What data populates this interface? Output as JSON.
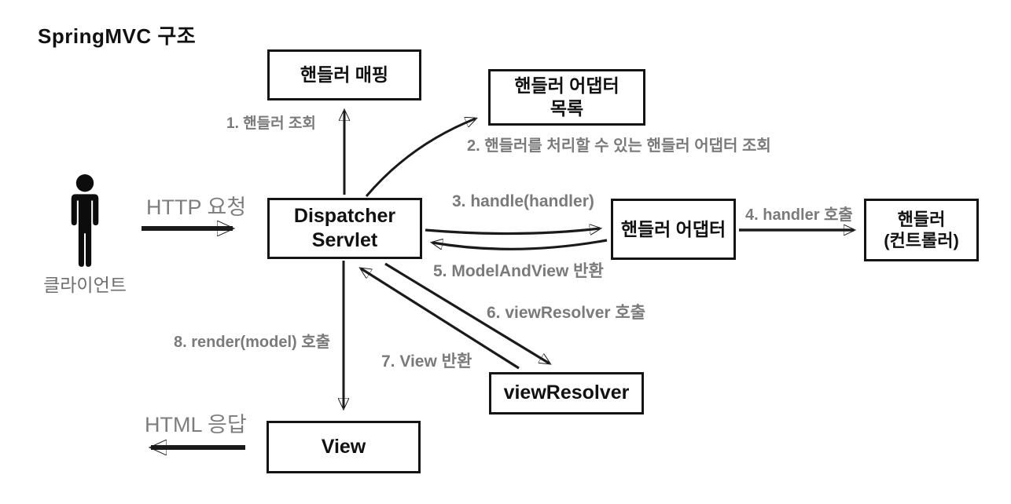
{
  "title": "SpringMVC 구조",
  "client": {
    "label": "클라이언트"
  },
  "nodes": {
    "handler_mapping": {
      "label": "핸들러 매핑"
    },
    "handler_adapter_list": {
      "label": "핸들러 어댑터\n목록"
    },
    "dispatcher_servlet": {
      "label": "Dispatcher\nServlet"
    },
    "handler_adapter": {
      "label": "핸들러 어댑터"
    },
    "handler_controller": {
      "label": "핸들러\n(컨트롤러)"
    },
    "view_resolver": {
      "label": "viewResolver"
    },
    "view": {
      "label": "View"
    }
  },
  "flows": {
    "http_request": {
      "label": "HTTP 요청"
    },
    "html_response": {
      "label": "HTML 응답"
    },
    "step1": {
      "label": "1. 핸들러 조회"
    },
    "step2": {
      "label": "2. 핸들러를 처리할 수 있는 핸들러 어댑터 조회"
    },
    "step3": {
      "label": "3. handle(handler)"
    },
    "step4": {
      "label": "4. handler 호출"
    },
    "step5": {
      "label": "5. ModelAndView 반환"
    },
    "step6": {
      "label": "6. viewResolver 호출"
    },
    "step7": {
      "label": "7. View 반환"
    },
    "step8": {
      "label": "8. render(model) 호출"
    }
  },
  "colors": {
    "background": "#ffffff",
    "box_border": "#141414",
    "box_text": "#111111",
    "step_label": "#7a7a7a",
    "flow_label": "#7d7d7d",
    "arrow": "#1a1a1a"
  }
}
